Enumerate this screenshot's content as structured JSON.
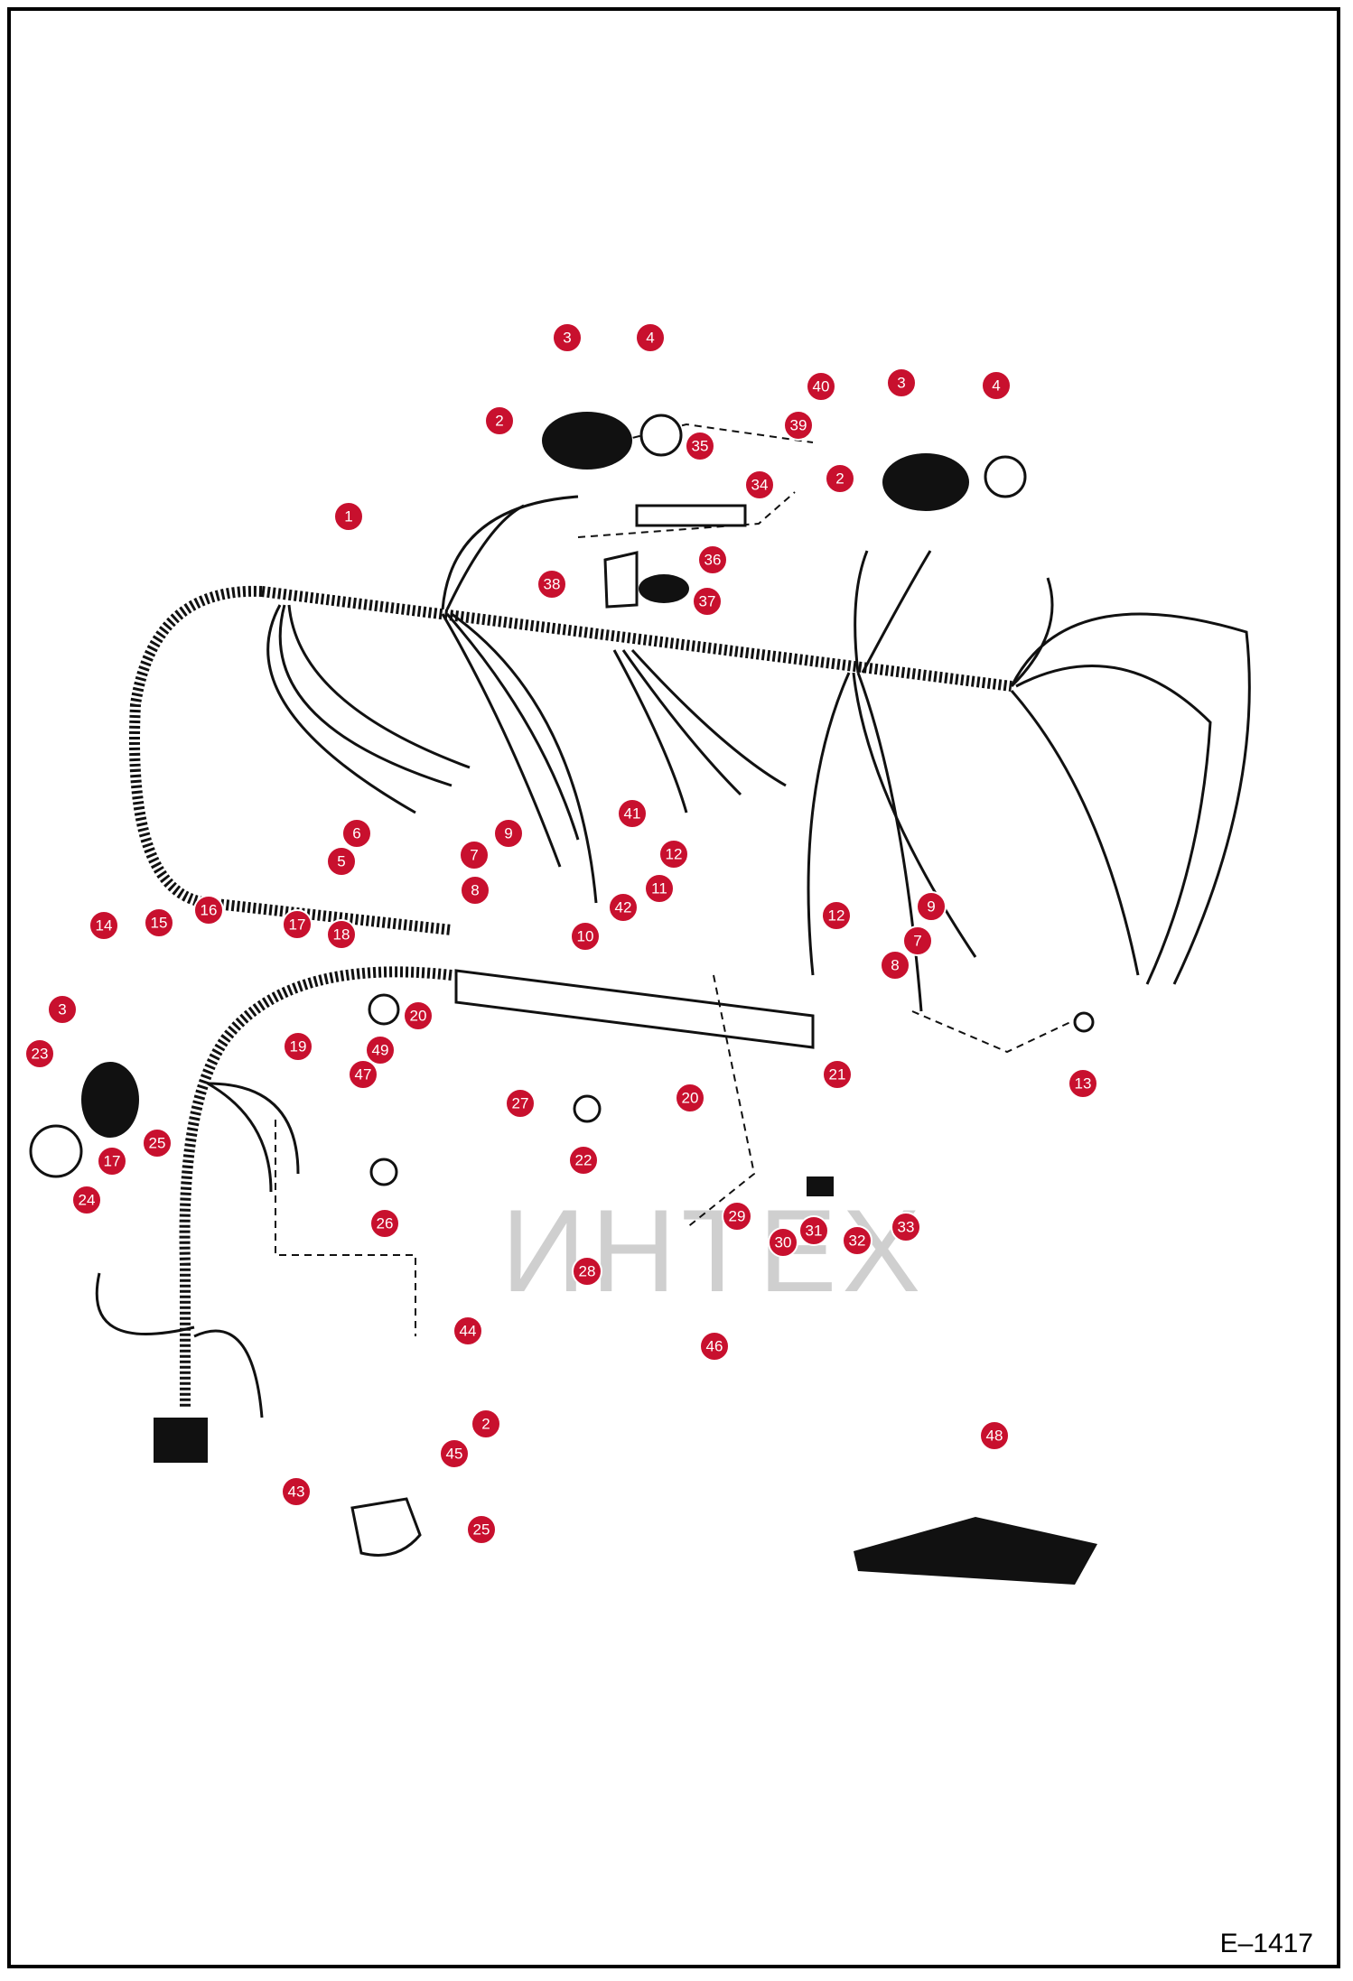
{
  "figure": {
    "id": "E–1417",
    "watermark": "ИНТЕХ"
  },
  "callouts": [
    {
      "n": "1"
    },
    {
      "n": "2"
    },
    {
      "n": "2"
    },
    {
      "n": "2"
    },
    {
      "n": "3"
    },
    {
      "n": "3"
    },
    {
      "n": "3"
    },
    {
      "n": "4"
    },
    {
      "n": "4"
    },
    {
      "n": "5"
    },
    {
      "n": "6"
    },
    {
      "n": "7"
    },
    {
      "n": "7"
    },
    {
      "n": "8"
    },
    {
      "n": "8"
    },
    {
      "n": "9"
    },
    {
      "n": "9"
    },
    {
      "n": "10"
    },
    {
      "n": "11"
    },
    {
      "n": "12"
    },
    {
      "n": "12"
    },
    {
      "n": "13"
    },
    {
      "n": "14"
    },
    {
      "n": "15"
    },
    {
      "n": "16"
    },
    {
      "n": "17"
    },
    {
      "n": "17"
    },
    {
      "n": "18"
    },
    {
      "n": "19"
    },
    {
      "n": "20"
    },
    {
      "n": "20"
    },
    {
      "n": "21"
    },
    {
      "n": "22"
    },
    {
      "n": "23"
    },
    {
      "n": "24"
    },
    {
      "n": "25"
    },
    {
      "n": "25"
    },
    {
      "n": "26"
    },
    {
      "n": "27"
    },
    {
      "n": "28"
    },
    {
      "n": "29"
    },
    {
      "n": "30"
    },
    {
      "n": "31"
    },
    {
      "n": "32"
    },
    {
      "n": "33"
    },
    {
      "n": "34"
    },
    {
      "n": "35"
    },
    {
      "n": "36"
    },
    {
      "n": "37"
    },
    {
      "n": "38"
    },
    {
      "n": "39"
    },
    {
      "n": "40"
    },
    {
      "n": "41"
    },
    {
      "n": "42"
    },
    {
      "n": "43"
    },
    {
      "n": "44"
    },
    {
      "n": "45"
    },
    {
      "n": "46"
    },
    {
      "n": "47"
    },
    {
      "n": "48"
    },
    {
      "n": "49"
    }
  ]
}
